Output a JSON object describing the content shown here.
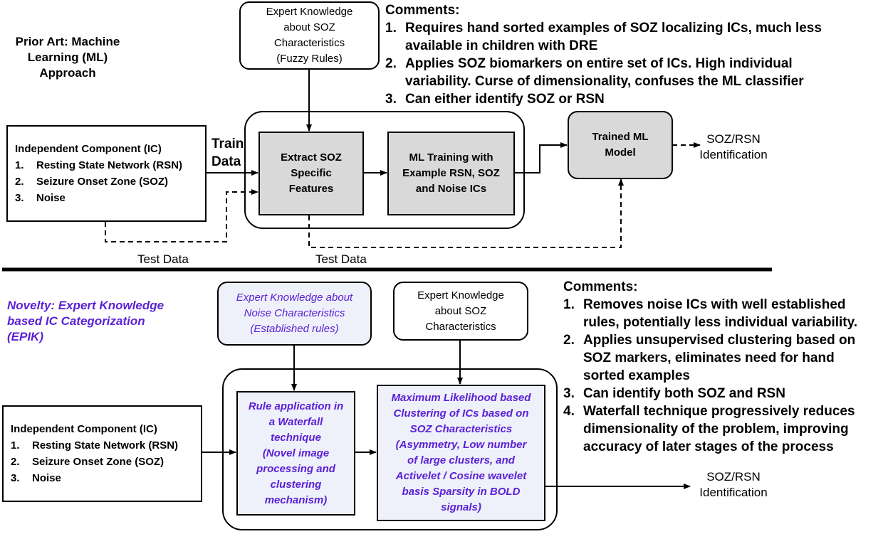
{
  "top": {
    "prior_art_title": [
      "Prior Art: Machine",
      "Learning (ML)",
      "Approach"
    ],
    "expert_box": [
      "Expert Knowledge",
      "about SOZ",
      "Characteristics",
      "(Fuzzy Rules)"
    ],
    "comments_heading": "Comments:",
    "comments": [
      {
        "num": "1.",
        "lines": [
          "Requires hand sorted examples of SOZ localizing ICs, much less",
          "available in children with DRE"
        ]
      },
      {
        "num": "2.",
        "lines": [
          "Applies SOZ biomarkers on entire set of ICs. High individual",
          "variability. Curse of dimensionality, confuses the ML classifier"
        ]
      },
      {
        "num": "3.",
        "lines": [
          "Can either identify SOZ or RSN"
        ]
      }
    ],
    "ic_box": {
      "heading": "Independent Component (IC)",
      "items": [
        {
          "num": "1.",
          "label": "Resting State Network (RSN)"
        },
        {
          "num": "2.",
          "label": "Seizure Onset Zone (SOZ)"
        },
        {
          "num": "3.",
          "label": "Noise"
        }
      ]
    },
    "train_data": [
      "Train",
      "Data"
    ],
    "extract_box": [
      "Extract SOZ",
      "Specific",
      "Features"
    ],
    "training_box": [
      "ML Training with",
      "Example RSN, SOZ",
      "and Noise ICs"
    ],
    "trained_box": [
      "Trained ML",
      "Model"
    ],
    "output": [
      "SOZ/RSN",
      "Identification"
    ],
    "test_data_1": "Test Data",
    "test_data_2": "Test Data"
  },
  "bottom": {
    "novelty_title": [
      "Novelty: Expert Knowledge",
      "based IC Categorization",
      "(EPIK)"
    ],
    "noise_box": [
      "Expert Knowledge about",
      "Noise Characteristics",
      "(Established rules)"
    ],
    "soz_box": [
      "Expert Knowledge",
      "about SOZ",
      "Characteristics"
    ],
    "comments_heading": "Comments:",
    "comments": [
      {
        "num": "1.",
        "lines": [
          "Removes noise ICs with well established",
          "rules, potentially less individual variability."
        ]
      },
      {
        "num": "2.",
        "lines": [
          "Applies unsupervised clustering based on",
          "SOZ markers, eliminates need for hand",
          "sorted examples"
        ]
      },
      {
        "num": "3.",
        "lines": [
          "Can identify both SOZ and RSN"
        ]
      },
      {
        "num": "4.",
        "lines": [
          "Waterfall technique progressively reduces",
          "dimensionality of the problem, improving",
          "accuracy of later stages of the process"
        ]
      }
    ],
    "ic_box": {
      "heading": "Independent Component (IC)",
      "items": [
        {
          "num": "1.",
          "label": "Resting State Network (RSN)"
        },
        {
          "num": "2.",
          "label": "Seizure Onset Zone (SOZ)"
        },
        {
          "num": "3.",
          "label": "Noise"
        }
      ]
    },
    "rule_box": [
      "Rule application in",
      "a Waterfall",
      "technique",
      "(Novel image",
      "processing and",
      "clustering",
      "mechanism)"
    ],
    "ml_box": [
      "Maximum Likelihood based",
      "Clustering of ICs based on",
      "SOZ Characteristics",
      "(Asymmetry, Low number",
      "of large clusters, and",
      "Activelet / Cosine wavelet",
      "basis Sparsity in BOLD",
      "signals)"
    ],
    "output": [
      "SOZ/RSN",
      "Identification"
    ]
  },
  "colors": {
    "accent_purple": "#5b21d6",
    "gray_box": "#d9d9d9",
    "lavender_box": "#eef0fa"
  }
}
